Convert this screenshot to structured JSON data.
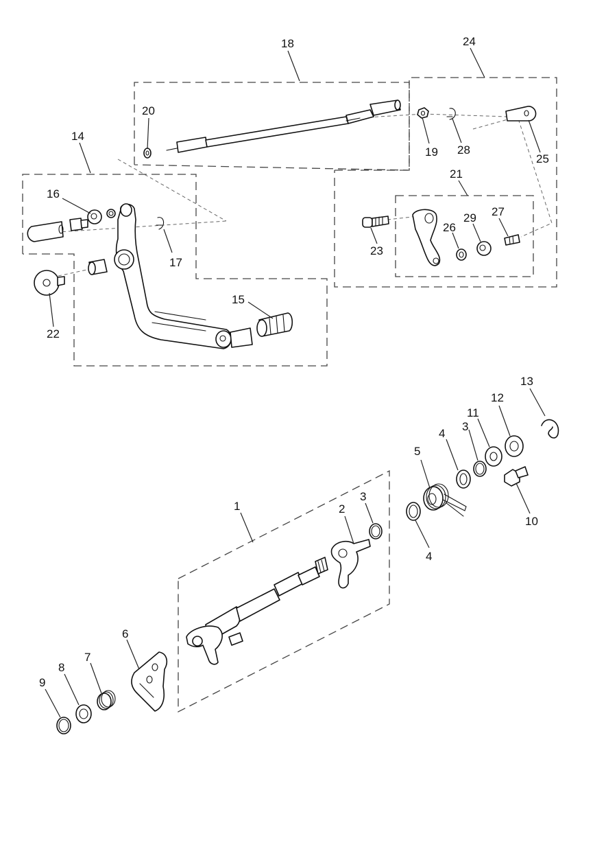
{
  "callouts": {
    "c1": "1",
    "c2": "2",
    "c3a": "3",
    "c3b": "3",
    "c4a": "4",
    "c4b": "4",
    "c5": "5",
    "c6": "6",
    "c7": "7",
    "c8": "8",
    "c9": "9",
    "c10": "10",
    "c11": "11",
    "c12": "12",
    "c13": "13",
    "c14": "14",
    "c15": "15",
    "c16": "16",
    "c17": "17",
    "c18": "18",
    "c19": "19",
    "c20": "20",
    "c21": "21",
    "c22": "22",
    "c23": "23",
    "c24": "24",
    "c25": "25",
    "c26": "26",
    "c27": "27",
    "c28": "28",
    "c29": "29"
  }
}
